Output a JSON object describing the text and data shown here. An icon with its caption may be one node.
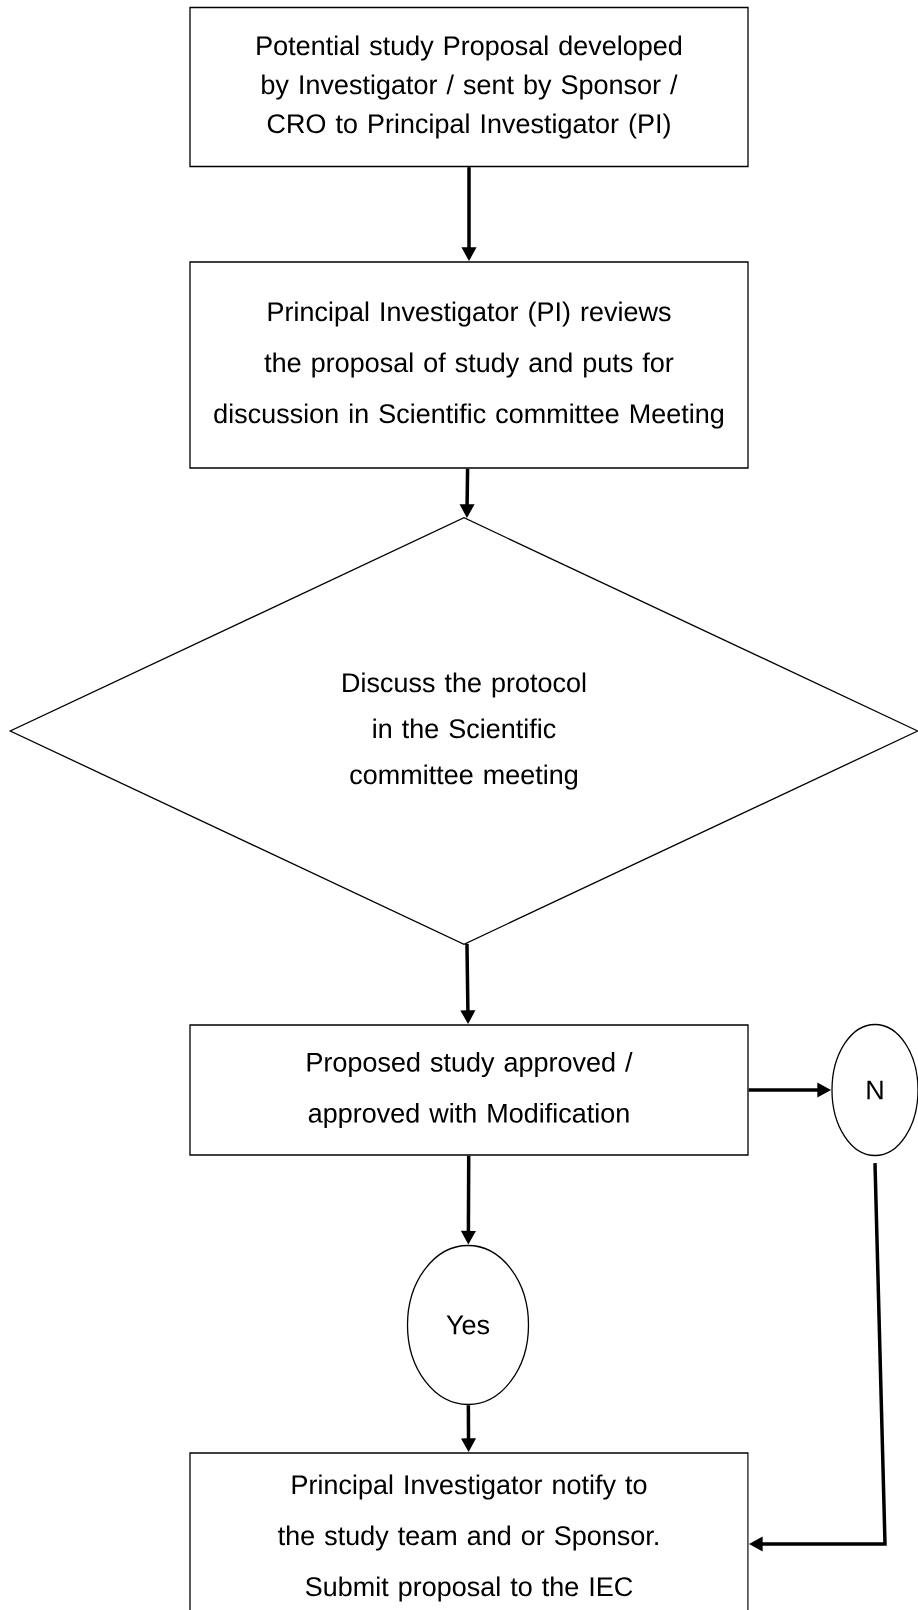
{
  "diagram": {
    "nodes": [
      {
        "text": [
          "Potential study Proposal developed by Investigator / sent by Sponsor / CRO to Principal Investigator (PI)"
        ]
      },
      {
        "text": [
          "Principal Investigator (PI) reviews the proposal of study and puts for discussion in Scientific committee Meeting"
        ]
      },
      {
        "text": [
          "Discuss the protocol in the Scientific committee meeting"
        ]
      },
      {
        "text": [
          "Proposed study approved / approved with Modification"
        ]
      },
      {
        "text": [
          "N"
        ]
      },
      {
        "text": [
          "Yes"
        ]
      },
      {
        "text": [
          "Principal Investigator notify to the study team and or Sponsor. Submit proposal to the IEC"
        ]
      }
    ],
    "edges": [
      {
        "from": 0,
        "to": 1,
        "arrow": "to"
      },
      {
        "from": 1,
        "to": 2,
        "arrow": "to"
      },
      {
        "from": 2,
        "to": 3,
        "arrow": "to"
      },
      {
        "from": 3,
        "to": 4,
        "arrow": "to"
      },
      {
        "from": 3,
        "to": 5,
        "arrow": "to"
      },
      {
        "from": 5,
        "to": 6,
        "arrow": "to"
      },
      {
        "from": 4,
        "to": 6,
        "arrow": "to"
      }
    ]
  }
}
